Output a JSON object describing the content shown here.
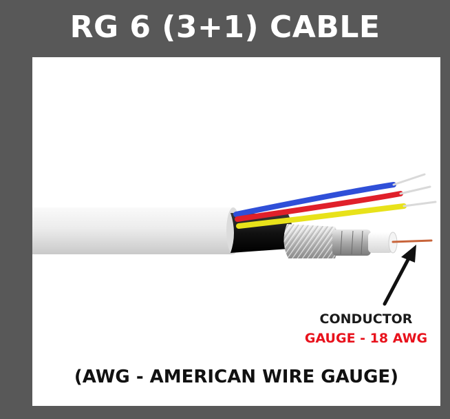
{
  "title": "RG 6 (3+1) CABLE",
  "annotation": {
    "line1": "CONDUCTOR",
    "line2": "GAUGE - 18 AWG",
    "line2_color": "#e8121c"
  },
  "footnote": "(AWG - AMERICAN WIRE GAUGE)",
  "colors": {
    "background": "#585858",
    "panel": "#ffffff",
    "jacket": "#e6e6e6",
    "blue_wire": "#2f4fd8",
    "red_wire": "#e0202a",
    "yellow_wire": "#e8e21a",
    "center_conductor": "#c8643a"
  }
}
